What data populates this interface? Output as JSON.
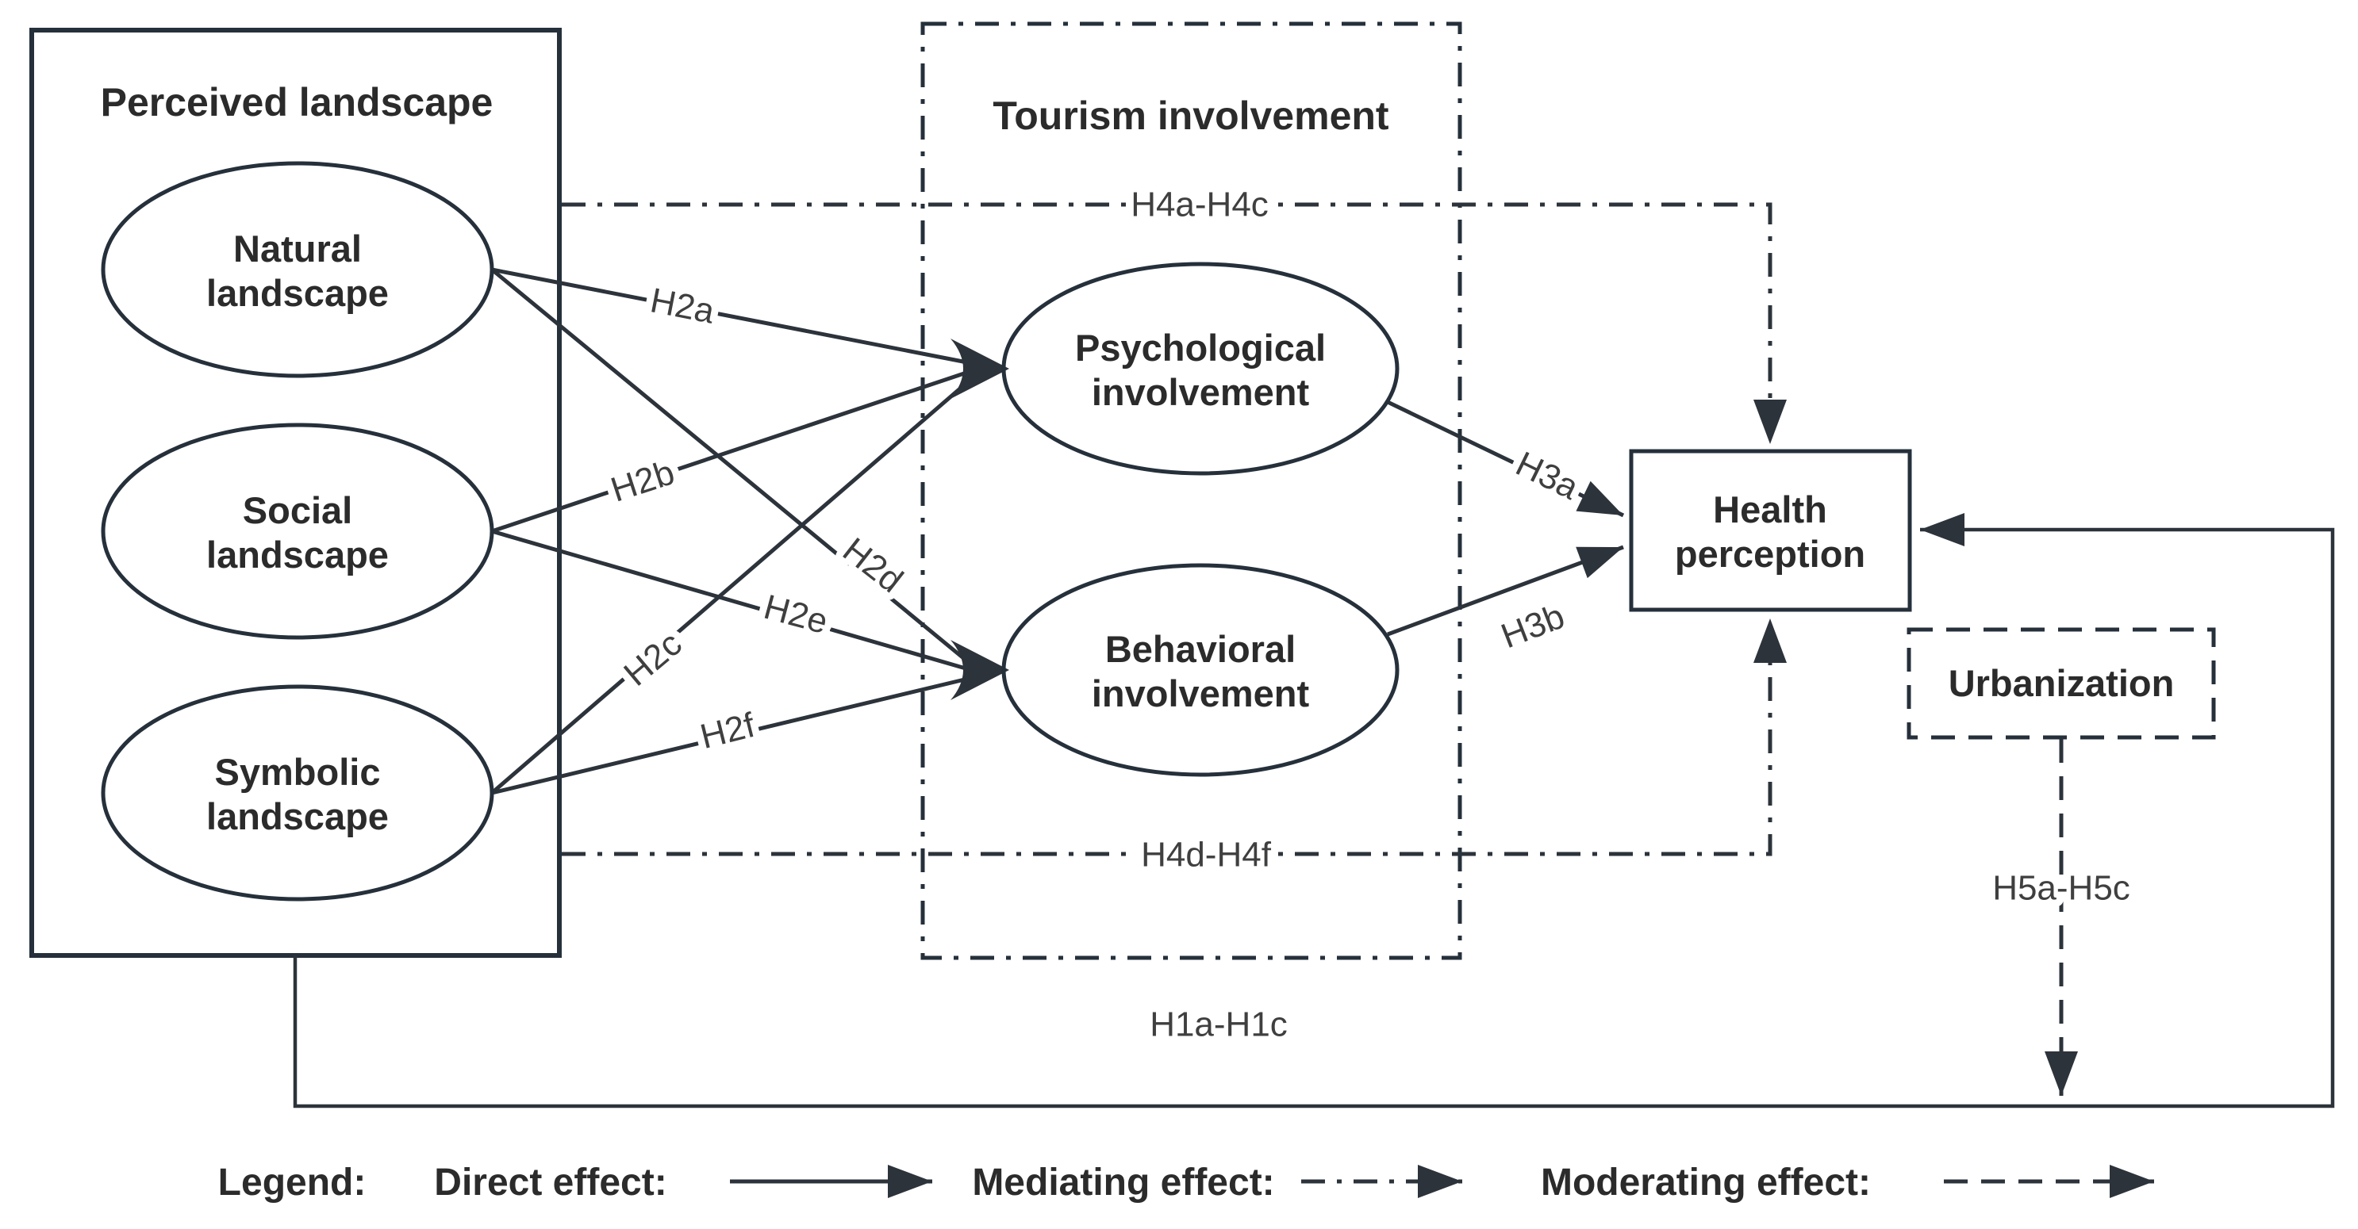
{
  "diagram": {
    "groups": {
      "perceived": "Perceived landscape",
      "tourism": "Tourism involvement"
    },
    "nodes": {
      "natural": {
        "line1": "Natural",
        "line2": "landscape"
      },
      "social": {
        "line1": "Social",
        "line2": "landscape"
      },
      "symbolic": {
        "line1": "Symbolic",
        "line2": "landscape"
      },
      "psychological": {
        "line1": "Psychological",
        "line2": "involvement"
      },
      "behavioral": {
        "line1": "Behavioral",
        "line2": "involvement"
      },
      "health": {
        "line1": "Health",
        "line2": "perception"
      },
      "urbanization": "Urbanization"
    },
    "paths": {
      "h2a": "H2a",
      "h2b": "H2b",
      "h2c": "H2c",
      "h2d": "H2d",
      "h2e": "H2e",
      "h2f": "H2f",
      "h3a": "H3a",
      "h3b": "H3b",
      "h4_top": "H4a-H4c",
      "h4_bottom": "H4d-H4f",
      "h1": "H1a-H1c",
      "h5": "H5a-H5c"
    },
    "legend": {
      "title": "Legend:",
      "direct": "Direct effect:",
      "mediating": "Mediating effect:",
      "moderating": "Moderating effect:"
    },
    "colors": {
      "stroke": "#25303b",
      "text": "#2b2b2b",
      "hypothesis_label": "#3f3f3f",
      "background": "#ffffff"
    }
  }
}
